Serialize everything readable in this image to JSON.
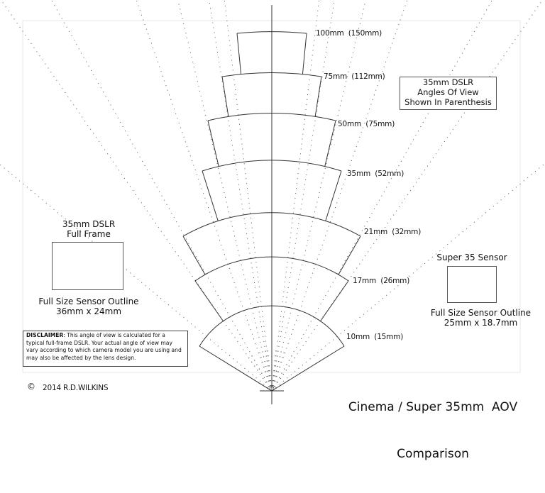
{
  "diagram": {
    "title_line1": "Cinema / Super 35mm  AOV",
    "title_line2": "Comparison",
    "copyright_symbol": "©",
    "copyright_text": "2014 R.D.WILKINS",
    "legend_box": {
      "line1": "35mm DSLR",
      "line2": "Angles Of View",
      "line3": "Shown In Parenthesis"
    },
    "full_frame": {
      "heading_line1": "35mm DSLR",
      "heading_line2": "Full Frame",
      "caption_line1": "Full Size Sensor Outline",
      "caption_line2": "36mm x 24mm"
    },
    "super35": {
      "heading": "Super 35 Sensor",
      "caption_line1": "Full Size Sensor Outline",
      "caption_line2": "25mm x 18.7mm"
    },
    "disclaimer": {
      "label": "DISCLAIMER",
      "text": ": This angle of view is calculated for a typical full-frame DSLR. Your actual angle of view may vary according to which camera model you are using and may also be affected by the lens design."
    },
    "lenses": [
      {
        "focal": "100mm",
        "dslr_equiv": "150mm",
        "label": "100mm  (150mm)"
      },
      {
        "focal": "75mm",
        "dslr_equiv": "112mm",
        "label": "75mm  (112mm)"
      },
      {
        "focal": "50mm",
        "dslr_equiv": "75mm",
        "label": "50mm  (75mm)"
      },
      {
        "focal": "35mm",
        "dslr_equiv": "52mm",
        "label": "35mm  (52mm)"
      },
      {
        "focal": "21mm",
        "dslr_equiv": "32mm",
        "label": "21mm  (32mm)"
      },
      {
        "focal": "17mm",
        "dslr_equiv": "26mm",
        "label": "17mm  (26mm)"
      },
      {
        "focal": "10mm",
        "dslr_equiv": "15mm",
        "label": "10mm  (15mm)"
      }
    ],
    "colors": {
      "line": "#333333",
      "dotted": "#555555",
      "border": "#e6eaea",
      "background": "#ffffff"
    }
  }
}
